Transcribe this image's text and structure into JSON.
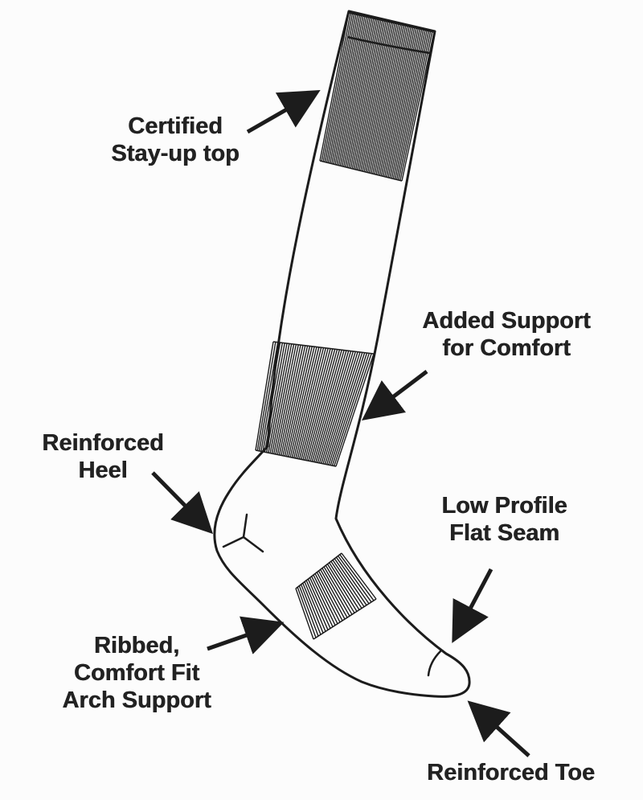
{
  "colors": {
    "ink": "#1c1c1c",
    "text": "#222222",
    "background": "#fcfcfc"
  },
  "callouts": [
    {
      "id": "stay-up-top",
      "lines": [
        "Certified",
        "Stay-up top"
      ]
    },
    {
      "id": "added-support",
      "lines": [
        "Added Support",
        "for Comfort"
      ]
    },
    {
      "id": "reinforced-heel",
      "lines": [
        "Reinforced",
        "Heel"
      ]
    },
    {
      "id": "flat-seam",
      "lines": [
        "Low Profile",
        "Flat Seam"
      ]
    },
    {
      "id": "arch-support",
      "lines": [
        "Ribbed,",
        "Comfort Fit",
        "Arch Support"
      ]
    },
    {
      "id": "reinforced-toe",
      "lines": [
        "Reinforced Toe"
      ]
    }
  ]
}
